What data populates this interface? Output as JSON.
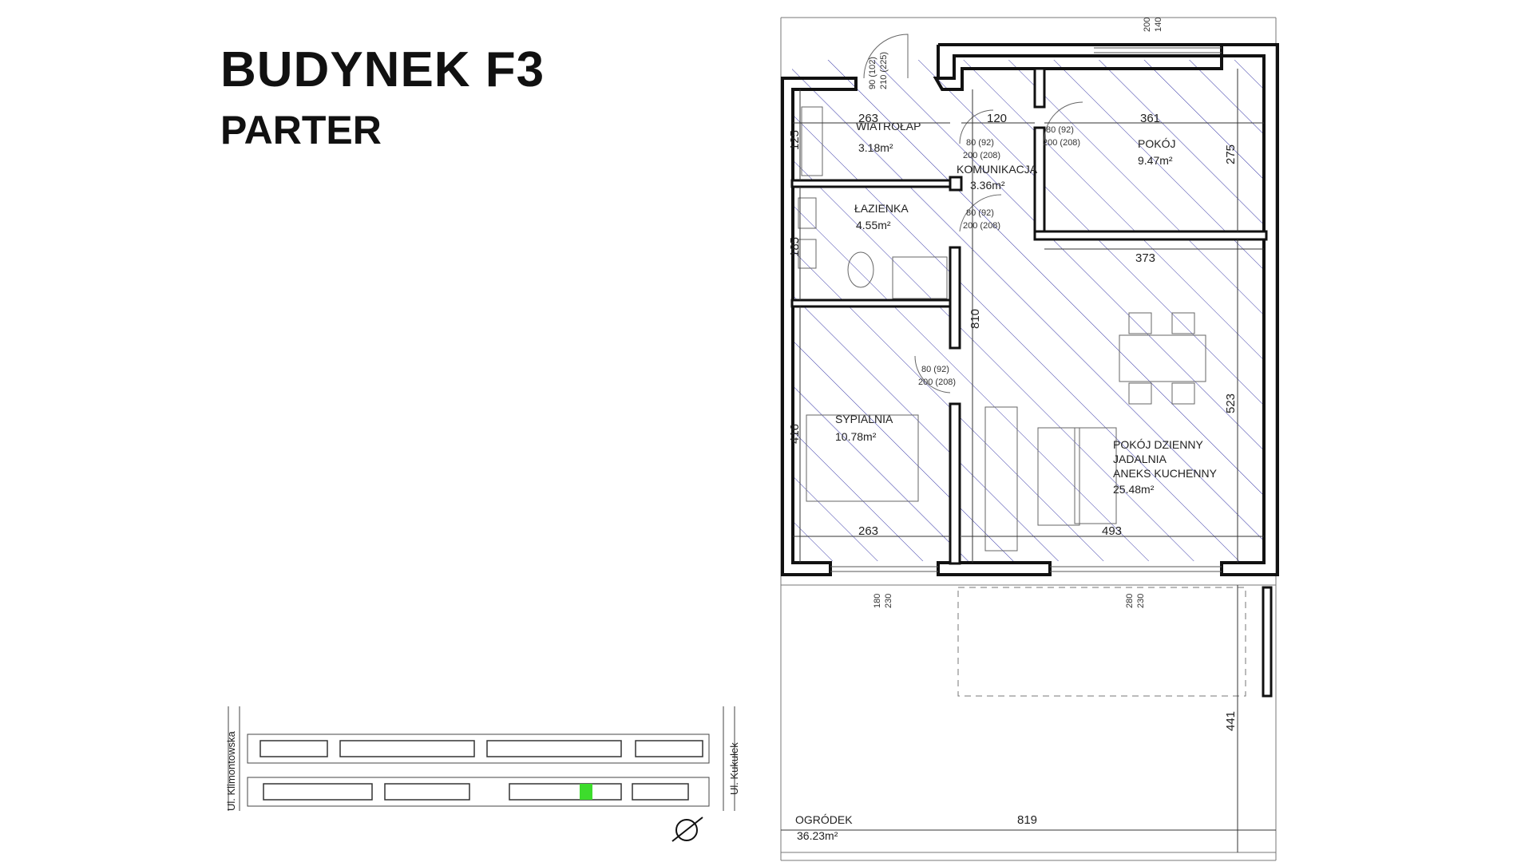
{
  "header": {
    "title": "BUDYNEK F3",
    "subtitle": "PARTER"
  },
  "rooms": {
    "wiatrolap": {
      "name": "WIATROŁAP",
      "area": "3.18m²"
    },
    "komunikacja": {
      "name": "KOMUNIKACJA",
      "area": "3.36m²"
    },
    "pokoj": {
      "name": "POKÓJ",
      "area": "9.47m²"
    },
    "lazienka": {
      "name": "ŁAZIENKA",
      "area": "4.55m²"
    },
    "sypialnia": {
      "name": "SYPIALNIA",
      "area": "10.78m²"
    },
    "dzienny": {
      "line1": "POKÓJ DZIENNY",
      "line2": "JADALNIA",
      "line3": "ANEKS KUCHENNY",
      "area": "25.48m²"
    },
    "ogrodek": {
      "name": "OGRÓDEK",
      "area": "36.23m²"
    }
  },
  "dimensions": {
    "d263_top": "263",
    "d120": "120",
    "d361": "361",
    "d125": "125",
    "d275": "275",
    "d373": "373",
    "d185": "185",
    "d810": "810",
    "d523": "523",
    "d416": "416",
    "d263_bottom": "263",
    "d493": "493",
    "d441": "441",
    "d819": "819",
    "d200_top": "200",
    "d140_top": "140",
    "d180": "180",
    "d230_a": "230",
    "d280": "280",
    "d230_b": "230"
  },
  "doors": {
    "entry_a": "90 (102)",
    "entry_b": "210 (225)",
    "door_a": "80 (92)",
    "door_b": "200 (208)"
  },
  "site_plan": {
    "street_left": "Ul. Klimontowska",
    "street_right": "Ul. Kukułek",
    "highlight_color": "#3ddc2c"
  },
  "colors": {
    "hatch": "#3a3aa8",
    "wall": "#111111"
  }
}
